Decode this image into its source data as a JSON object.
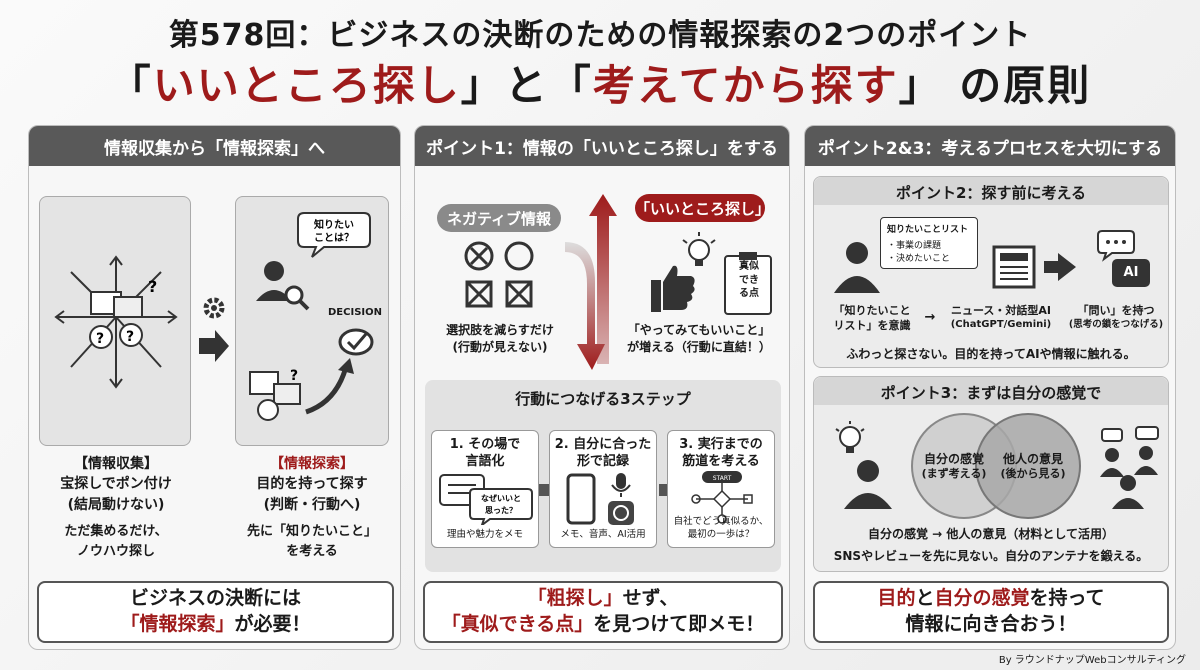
{
  "title": {
    "line1": "第578回：ビジネスの決断のための情報探索の2つのポイント",
    "open_bracket1": "「",
    "red1": "いいところ探し",
    "close_bracket1": "」",
    "mid": "と",
    "open_bracket2": "「",
    "red2": "考えてから探す",
    "close_bracket2": "」",
    "end": "の原則"
  },
  "panel1": {
    "header": "情報収集から「情報探索」へ",
    "left_label1": "【情報収集】",
    "left_label2": "宝探しでポン付け",
    "left_label3": "(結局動けない)",
    "left_note1": "ただ集めるだけ、",
    "left_note2": "ノウハウ探し",
    "bubble1": "知りたい",
    "bubble2": "ことは？",
    "decision": "DECISION",
    "right_label1": "【情報探索】",
    "right_label2": "目的を持って探す",
    "right_label3": "(判断・行動へ)",
    "right_note1": "先に「知りたいこと」",
    "right_note2": "を考える",
    "bottom1": "ビジネスの決断には",
    "bottom2_red": "「情報探索」",
    "bottom2_rest": "が必要！"
  },
  "panel2": {
    "header": "ポイント1：情報の「いいところ探し」をする",
    "neg_pill": "ネガティブ情報",
    "neg_text1": "選択肢を減らすだけ",
    "neg_text2": "(行動が見えない)",
    "pos_pill": "「いいところ探し」",
    "check1": "真似",
    "check2": "でき",
    "check3": "る点",
    "pos_text1": "「やってみてもいいこと」",
    "pos_text2": "が増える（行動に直結！）",
    "steps_title": "行動につなげる3ステップ",
    "step1_title1": "1. その場で",
    "step1_title2": "言語化",
    "step1_bubble1": "なぜいいと",
    "step1_bubble2": "思った？",
    "step1_foot": "理由や魅力をメモ",
    "step2_title1": "2. 自分に合った",
    "step2_title2": "形で記録",
    "step2_foot": "メモ、音声、AI活用",
    "step3_title1": "3. 実行までの",
    "step3_title2": "筋道を考える",
    "step3_start": "START",
    "step3_foot1": "自社でどう真似るか、",
    "step3_foot2": "最初の一歩は？",
    "bottom1_red": "「粗探し」",
    "bottom1_rest": "せず、",
    "bottom2_red": "「真似できる点」",
    "bottom2_rest": "を見つけて即メモ！"
  },
  "panel3": {
    "header": "ポイント2&3：考えるプロセスを大切にする",
    "p2_title": "ポイント2：探す前に考える",
    "list_title": "知りたいことリスト",
    "list1": "・事業の課題",
    "list2": "・決めたいこと",
    "ai": "AI",
    "c1a": "「知りたいこと",
    "c1b": "リスト」を意識",
    "arrow1": "→",
    "c2a": "ニュース・対話型AI",
    "c2b": "(ChatGPT/Gemini)",
    "c3a": "「問い」を持つ",
    "c3b": "(思考の鎖をつなげる)",
    "p2_note": "ふわっと探さない。目的を持ってAIや情報に触れる。",
    "p3_title": "ポイント3：まずは自分の感覚で",
    "circle1a": "自分の感覚",
    "circle1b": "(まず考える)",
    "circle2a": "他人の意見",
    "circle2b": "(後から見る)",
    "flow": "自分の感覚 → 他人の意見（材料として活用）",
    "p3_note": "SNSやレビューを先に見ない。自分のアンテナを鍛える。",
    "bottom1_red1": "目的",
    "bottom1_mid": "と",
    "bottom1_red2": "自分の感覚",
    "bottom1_rest": "を持って",
    "bottom2": "情報に向き合おう！"
  },
  "footer": "By ラウンドナップWebコンサルティング",
  "colors": {
    "accent_red": "#9e1b1b",
    "header_gray": "#595959"
  }
}
